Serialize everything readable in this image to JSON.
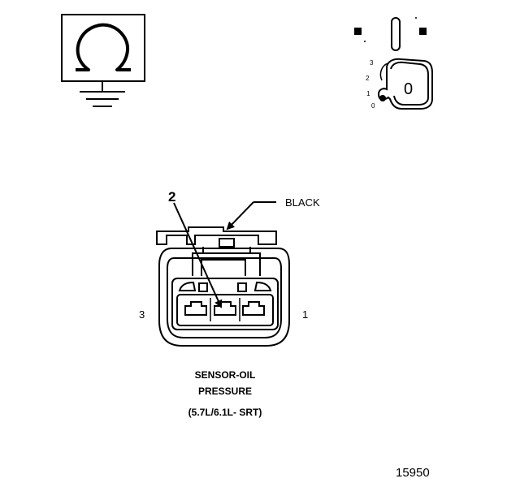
{
  "ohmmeter": {
    "icon": "ohm-symbol-icon",
    "ground_icon": "ground-symbol-icon",
    "symbol": "Ω"
  },
  "ignition": {
    "icon": "ignition-key-switch-icon",
    "positions": [
      "3",
      "2",
      "1",
      "0"
    ],
    "key_label": "0",
    "selected_position": "0"
  },
  "connector": {
    "color_label": "BLACK",
    "pin_callout": "2",
    "pin_left": "3",
    "pin_right": "1",
    "title_lines": [
      "SENSOR-OIL",
      "PRESSURE",
      "(5.7L/6.1L- SRT)"
    ]
  },
  "figure_number": "15950"
}
